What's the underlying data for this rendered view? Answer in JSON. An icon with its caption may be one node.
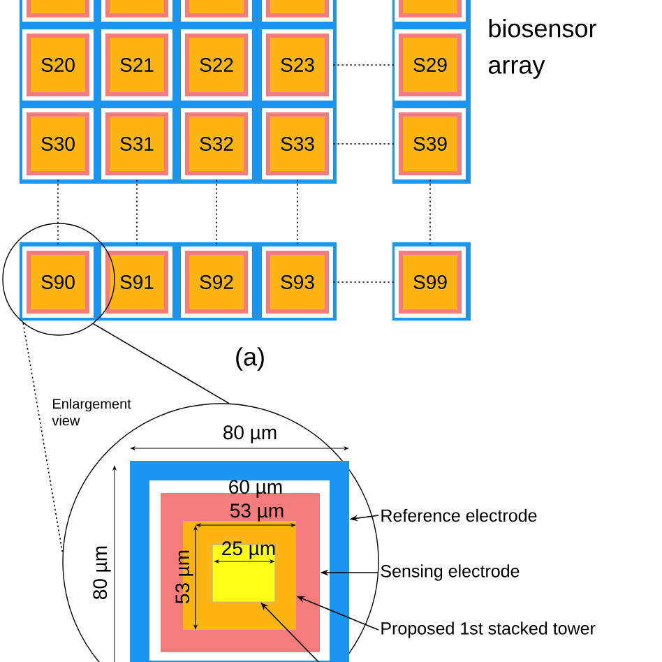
{
  "diagram": {
    "nodes": [
      {
        "text": [],
        "shape": "box"
      },
      {
        "text": [],
        "shape": "box"
      },
      {
        "text": [],
        "shape": "box"
      },
      {
        "text": [],
        "shape": "box"
      },
      {
        "text": [],
        "shape": "box"
      },
      {
        "text": [
          "S20"
        ]
      },
      {
        "text": [
          "S21"
        ]
      },
      {
        "text": [
          "S22"
        ]
      },
      {
        "text": [
          "S23"
        ]
      },
      {
        "text": [
          "S29"
        ]
      },
      {
        "text": [
          "S30"
        ]
      },
      {
        "text": [
          "S31"
        ]
      },
      {
        "text": [
          "S32"
        ]
      },
      {
        "text": [
          "S33"
        ]
      },
      {
        "text": [
          "S39"
        ]
      },
      {
        "text": [
          "S90"
        ],
        "in": 20
      },
      {
        "text": [
          "S91"
        ]
      },
      {
        "text": [
          "S92"
        ]
      },
      {
        "text": [
          "S93"
        ]
      },
      {
        "text": [
          "S99"
        ]
      },
      {
        "text": [],
        "shape": "circle"
      },
      {
        "text": [],
        "shape": "circle",
        "beside": [
          "Enlargement view"
        ]
      },
      {
        "text": [],
        "shape": "box",
        "in": 21
      },
      {
        "text": [],
        "shape": "box",
        "in": 22
      },
      {
        "text": [],
        "shape": "box",
        "in": 23
      },
      {
        "text": [],
        "shape": "box",
        "in": 24
      },
      {
        "text": [
          "Reference electrode"
        ]
      },
      {
        "text": [
          "Sensing electrode"
        ]
      },
      {
        "text": [
          "Proposed 1st stacked tower"
        ]
      }
    ],
    "edges": [
      {
        "from": 8,
        "to": 9,
        "arrow": "none",
        "style": "dashed"
      },
      {
        "from": 13,
        "to": 14,
        "arrow": "none",
        "style": "dashed"
      },
      {
        "from": 18,
        "to": 19,
        "arrow": "none",
        "style": "dashed"
      },
      {
        "from": 10,
        "to": 15,
        "arrow": "none",
        "style": "dashed"
      },
      {
        "from": 11,
        "to": 16,
        "arrow": "none",
        "style": "dashed"
      },
      {
        "from": 12,
        "to": 17,
        "arrow": "none",
        "style": "dashed"
      },
      {
        "from": 13,
        "to": 18,
        "arrow": "none",
        "style": "dashed"
      },
      {
        "from": 14,
        "to": 19,
        "arrow": "none",
        "style": "dashed"
      },
      {
        "from": 20,
        "to": 21,
        "arrow": "none"
      },
      {
        "from": 20,
        "to": 21,
        "arrow": "none",
        "style": "dashed"
      },
      {
        "from": 26,
        "to": 22,
        "arrow": "to"
      },
      {
        "from": 27,
        "to": 23,
        "arrow": "to"
      },
      {
        "from": 28,
        "to": 24,
        "arrow": "to"
      },
      {
        "from": null,
        "to": 25,
        "arrow": "to"
      }
    ],
    "labels": [
      "biosensor array",
      "(a)",
      "80 µm",
      "60 µm",
      "53 µm",
      "25 µm",
      "80 µm",
      "53 µm"
    ]
  }
}
